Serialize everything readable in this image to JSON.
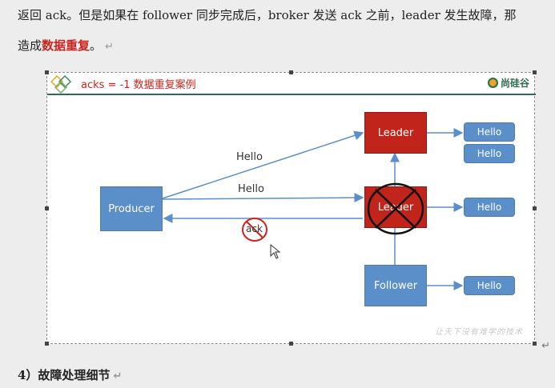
{
  "doc": {
    "line1": "返回 ack。但是如果在 follower 同步完成后，broker 发送 ack 之前，leader 发生故障，那",
    "line2_prefix": "造成",
    "line2_em": "数据重复",
    "line2_suffix": "。",
    "para_mark": "↵",
    "heading4": "4）故障处理细节",
    "heading4_mark": "↵"
  },
  "figure": {
    "title": "acks = -1 数据重复案例",
    "brand": "尚硅谷",
    "producer": "Producer",
    "leader_top": "Leader",
    "leader_failed": "Leader",
    "follower": "Follower",
    "msg_label": "Hello",
    "ack_label": "ack",
    "watermark": "让天下没有难学的技术"
  },
  "colors": {
    "leader_red": "#c0241a",
    "node_blue": "#5b8fc9",
    "accent_green": "#2d6a4f",
    "emphasis_red": "#d0211a"
  }
}
